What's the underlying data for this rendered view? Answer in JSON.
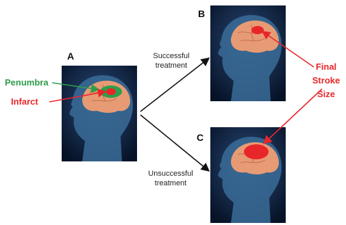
{
  "panels": {
    "a": {
      "letter": "A"
    },
    "b": {
      "letter": "B"
    },
    "c": {
      "letter": "C"
    }
  },
  "labels": {
    "penumbra": "Penumbra",
    "infarct": "Infarct",
    "final_line1": "Final",
    "final_line2": "Stroke",
    "final_line3": "Size"
  },
  "outcomes": {
    "success_line1": "Successful",
    "success_line2": "treatment",
    "fail_line1": "Unsuccessful",
    "fail_line2": "treatment"
  },
  "colors": {
    "penumbra": "#2e9e4a",
    "infarct": "#e8262a",
    "final": "#e8262a",
    "arrow": "#111111",
    "panel_bg": "#0b1a33",
    "head": "#2f5d86",
    "brain": "#e8a07a"
  }
}
